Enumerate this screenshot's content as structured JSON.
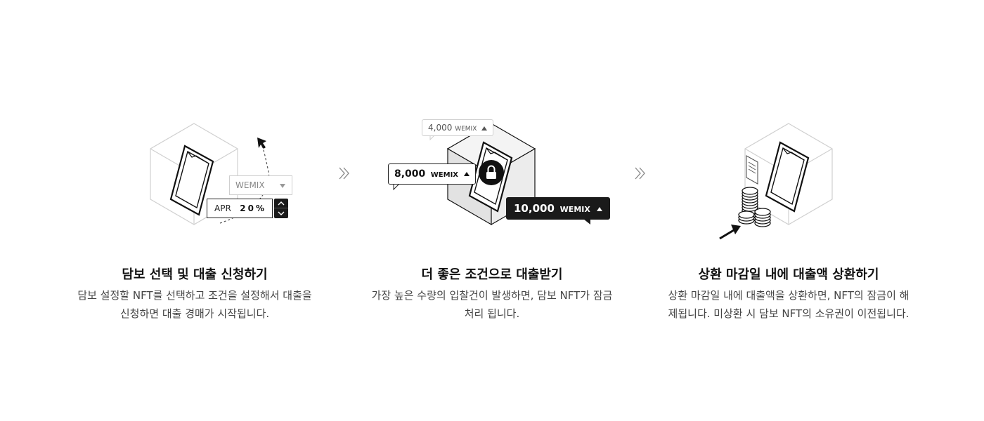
{
  "steps": [
    {
      "title": "담보 선택 및 대출 신청하기",
      "desc_line1": "담보 설정할 NFT를 선택하고 조건을 설정해서 대출을",
      "desc_line2": "신청하면 대출 경매가 시작됩니다.",
      "currency_select": "WEMIX",
      "apr_label": "APR",
      "apr_value": "20%"
    },
    {
      "title": "더 좋은 조건으로 대출받기",
      "desc_line1": "가장 높은 수량의 입찰건이 발생하면, 담보 NFT가 잠금",
      "desc_line2": "처리 됩니다.",
      "bids": [
        {
          "amount": "4,000",
          "unit": "WEMIX"
        },
        {
          "amount": "8,000",
          "unit": "WEMIX"
        },
        {
          "amount": "10,000",
          "unit": "WEMIX"
        }
      ]
    },
    {
      "title": "상환 마감일 내에 대출액 상환하기",
      "desc_line1": "상환 마감일 내에 대출액을 상환하면, NFT의 잠금이 해",
      "desc_line2": "제됩니다. 미상환 시 담보 NFT의 소유권이 이전됩니다."
    }
  ],
  "icons": {
    "separator": "double-chevron-right-icon",
    "lock": "lock-icon",
    "coins": "coin-stack-icon",
    "document": "document-icon",
    "cursor": "arrow-cursor-icon"
  },
  "colors": {
    "text_primary": "#111111",
    "text_secondary": "#444444",
    "tag_dark": "#1a1a1a",
    "line_light": "#d0d0d0"
  }
}
